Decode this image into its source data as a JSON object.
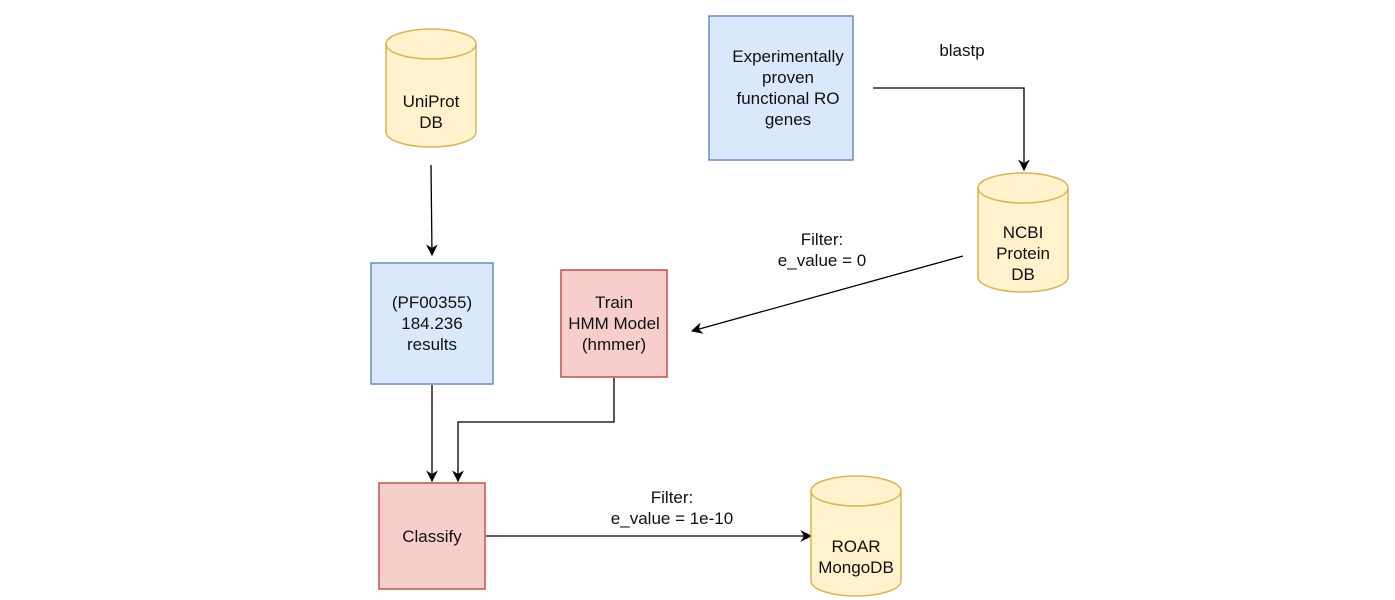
{
  "diagram": {
    "colors": {
      "db_fill": "#fff2cc",
      "db_stroke": "#d6b656",
      "blue_fill": "#dae8fc",
      "blue_stroke": "#6c8ebf",
      "red_fill": "#f8cecc",
      "red_stroke": "#b85450",
      "edge": "#000000"
    },
    "nodes": {
      "uniprot_db": {
        "line1": "UniProt",
        "line2": "DB"
      },
      "experimental_genes": {
        "line1": "Experimentally",
        "line2": "proven",
        "line3": "functional RO",
        "line4": "genes"
      },
      "ncbi_db": {
        "line1": "NCBI",
        "line2": "Protein",
        "line3": "DB"
      },
      "pf_results": {
        "line1": "(PF00355)",
        "line2": "184.236",
        "line3": "results"
      },
      "train_hmm": {
        "line1": "Train",
        "line2": "HMM Model",
        "line3": "(hmmer)"
      },
      "classify": {
        "line1": "Classify"
      },
      "roar_db": {
        "line1": "ROAR",
        "line2": "MongoDB"
      }
    },
    "edges": {
      "blastp": {
        "line1": "blastp"
      },
      "filter_zero": {
        "line1": "Filter:",
        "line2": "e_value = 0"
      },
      "filter_1e10": {
        "line1": "Filter:",
        "line2": "e_value = 1e-10"
      }
    }
  }
}
